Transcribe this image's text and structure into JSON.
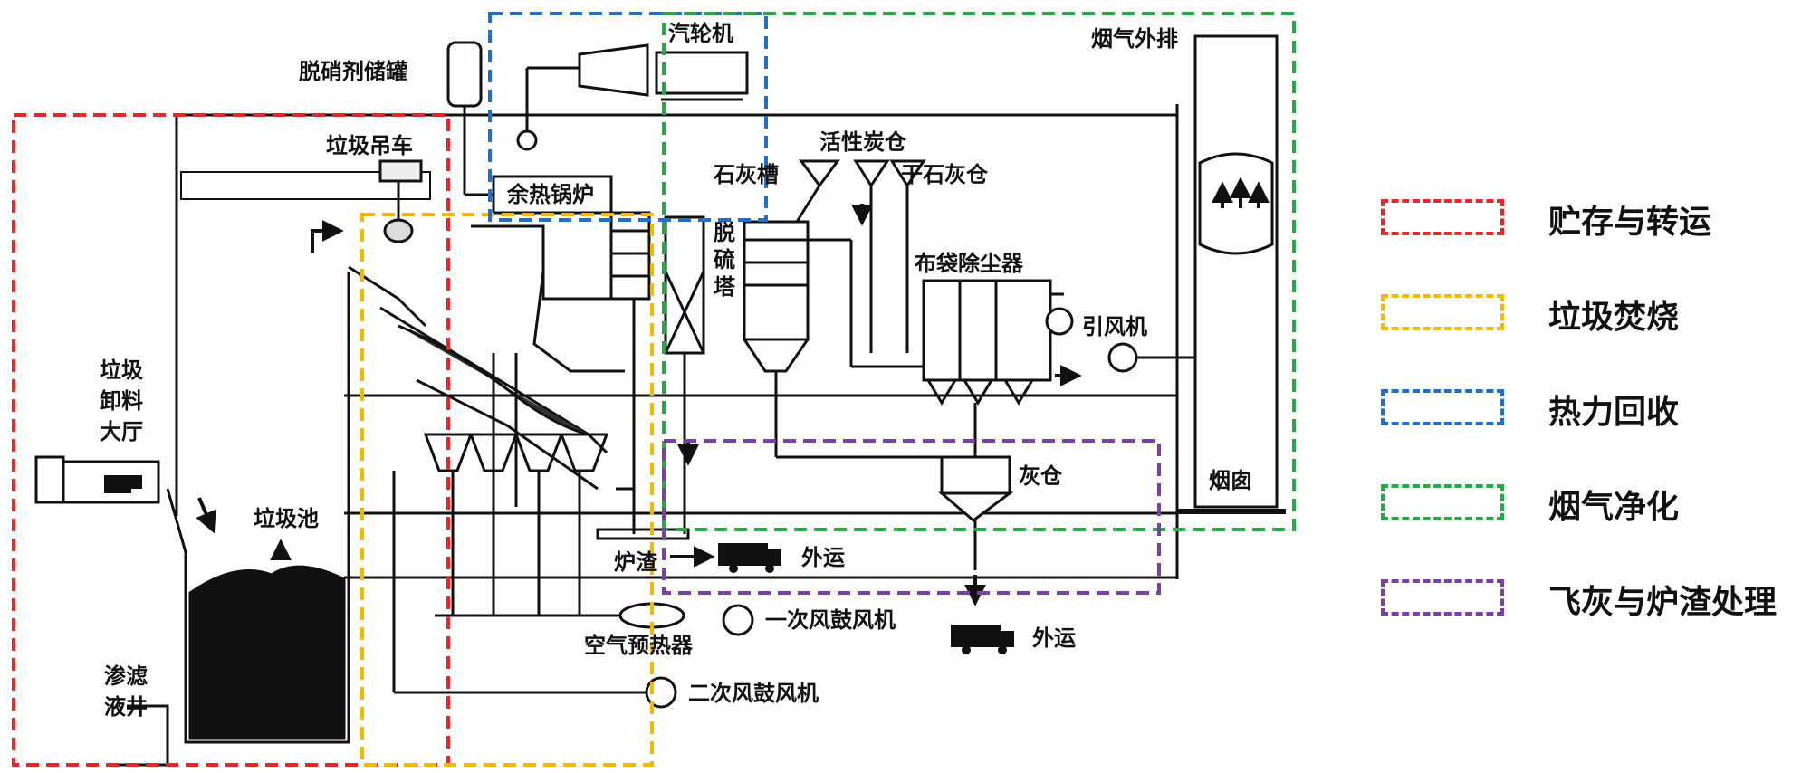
{
  "labels": {
    "denitrator_tank": "脱硝剂储罐",
    "turbine": "汽轮机",
    "crane": "垃圾吊车",
    "boiler": "余热锅炉",
    "lime_slot": "石灰槽",
    "activated_carbon": "活性炭仓",
    "dry_lime": "干石灰仓",
    "desulfurization": "脱硫塔",
    "bag_filter": "布袋除尘器",
    "induced_fan": "引风机",
    "flue_out": "烟气外排",
    "chimney": "烟囱",
    "unloading_hall": "垃圾卸料大厅",
    "waste_pit": "垃圾池",
    "leachate_well": "渗滤液井",
    "ash_silo": "灰仓",
    "slag": "炉渣",
    "transport_out_1": "外运",
    "transport_out_2": "外运",
    "primary_fan": "一次风鼓风机",
    "air_preheater": "空气预热器",
    "secondary_fan": "二次风鼓风机"
  },
  "legend": [
    {
      "label": "贮存与转运",
      "color": "#e8262a"
    },
    {
      "label": "垃圾焚烧",
      "color": "#f5b800"
    },
    {
      "label": "热力回收",
      "color": "#1f6fce"
    },
    {
      "label": "烟气净化",
      "color": "#22aa44"
    },
    {
      "label": "飞灰与炉渣处理",
      "color": "#7b3fa8"
    }
  ]
}
